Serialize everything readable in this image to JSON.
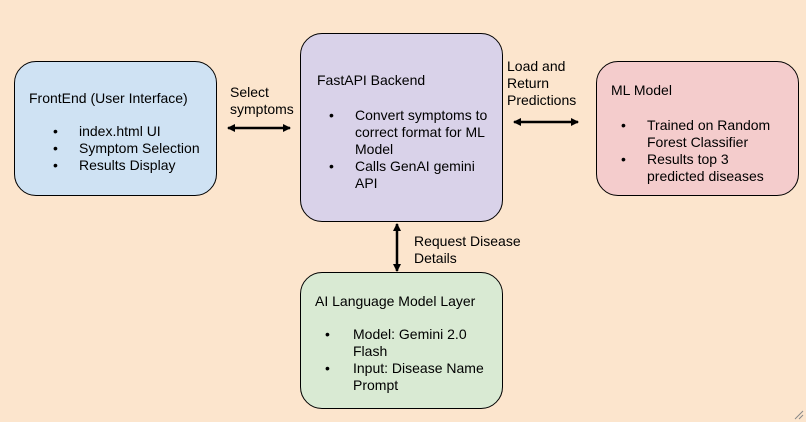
{
  "frontend": {
    "title": "FrontEnd (User Interface)",
    "items": [
      "index.html UI",
      "Symptom Selection",
      "Results Display"
    ]
  },
  "backend": {
    "title": "FastAPI Backend",
    "items": [
      "Convert symptoms to correct format for ML Model",
      "Calls GenAI gemini API"
    ]
  },
  "ml_model": {
    "title": "ML Model",
    "items": [
      "Trained on Random Forest Classifier",
      "Results top 3 predicted diseases"
    ]
  },
  "ai_layer": {
    "title": "AI Language Model Layer",
    "items": [
      "Model: Gemini 2.0 Flash",
      "Input: Disease Name Prompt"
    ]
  },
  "connectors": {
    "frontend_backend": "Select\nsymptoms",
    "backend_ml": "Load and\nReturn\nPredictions",
    "backend_ai": "Request Disease\nDetails"
  },
  "colors": {
    "background": "#fce5cd",
    "frontend": "#cfe2f3",
    "backend": "#d9d2e9",
    "ml_model": "#f4cccc",
    "ai_layer": "#d9ead3"
  },
  "icons": {
    "resize_grip": "resize-grip-icon"
  }
}
